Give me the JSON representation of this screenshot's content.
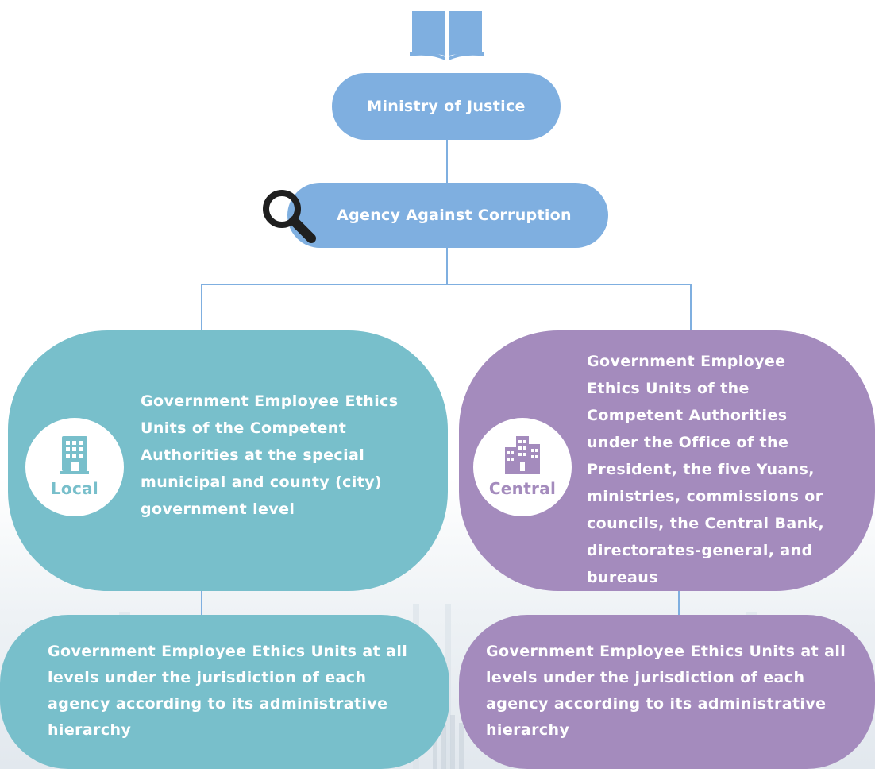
{
  "ministry": {
    "label": "Ministry of Justice"
  },
  "agency": {
    "label": "Agency Against Corruption"
  },
  "local": {
    "badge_label": "Local",
    "title": "Government Employee Ethics Units of the Competent Authorities at the special municipal and county (city) government level",
    "sub": "Government Employee Ethics Units at all levels under the jurisdiction of each agency according to its administrative hierarchy"
  },
  "central": {
    "badge_label": "Central",
    "title": "Government Employee Ethics Units of the Competent Authorities under the Office of the President, the five Yuans, ministries, commissions or councils, the Central Bank, directorates-general, and bureaus",
    "sub": "Government Employee Ethics Units at all levels under the jurisdiction of each agency according to its administrative hierarchy"
  },
  "colors": {
    "blue": "#7fafe0",
    "teal": "#78bfcb",
    "violet": "#a48bbd",
    "line": "#7fafe0"
  },
  "icons": [
    "book-icon",
    "search-icon",
    "building-icon"
  ]
}
